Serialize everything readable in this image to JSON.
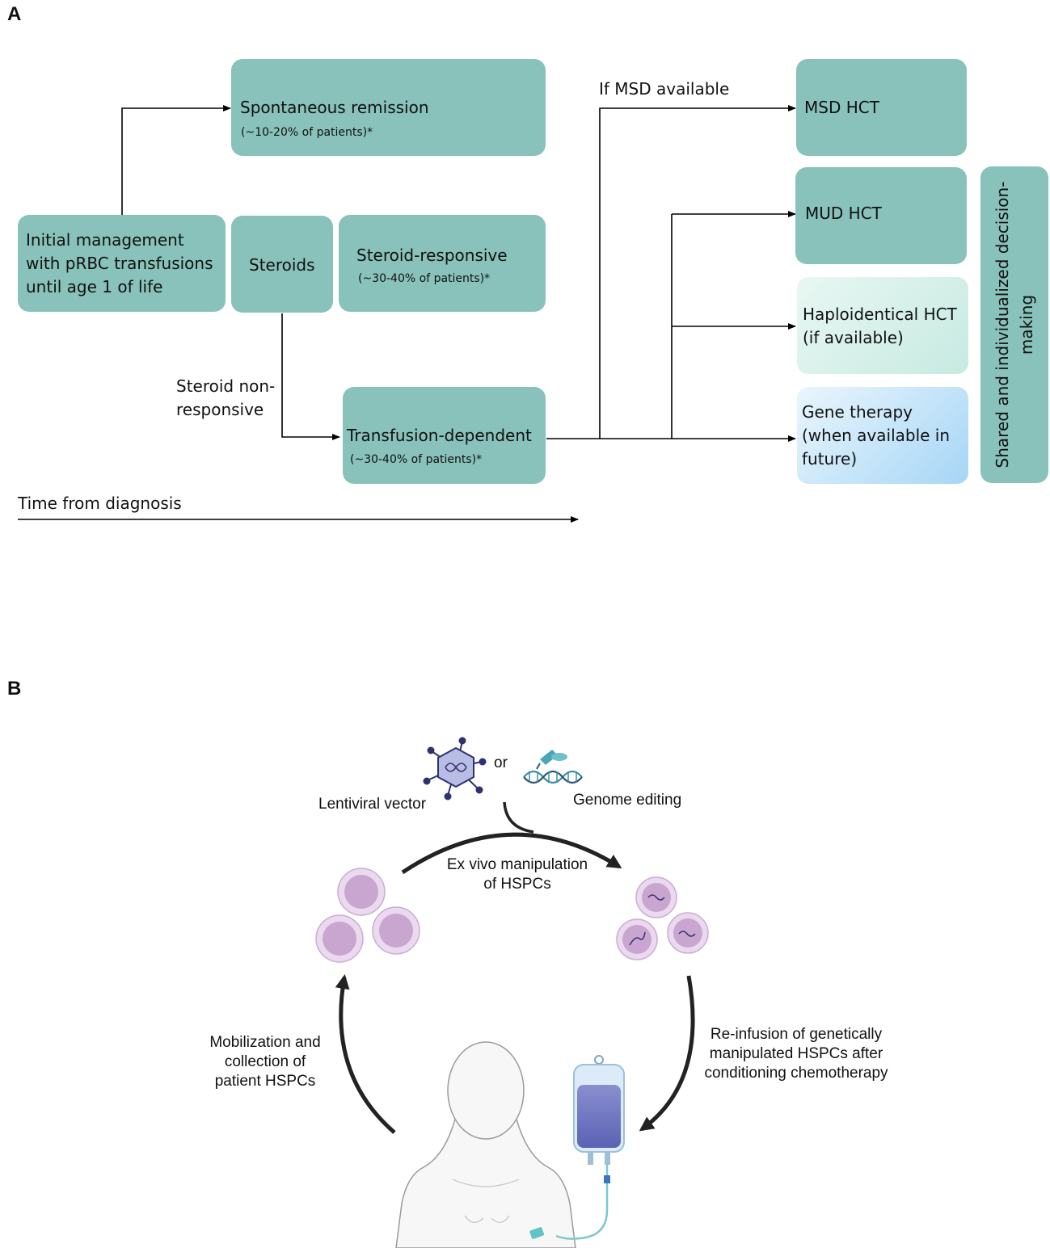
{
  "panel_a": {
    "letter": "A",
    "initial_management": [
      "Initial management",
      "with pRBC transfusions",
      "until age 1 of life"
    ],
    "steroids": "Steroids",
    "spontaneous_remission": {
      "title": "Spontaneous remission",
      "sub": "(~10-20% of patients)*"
    },
    "steroid_responsive": {
      "title": "Steroid-responsive",
      "sub": "(~30-40% of patients)*"
    },
    "transfusion_dependent": {
      "title": "Transfusion-dependent",
      "sub": "(~30-40% of patients)*"
    },
    "steroid_non_responsive": [
      "Steroid non-",
      "responsive"
    ],
    "if_msd_available": "If MSD available",
    "msd_hct": "MSD HCT",
    "mud_hct": "MUD HCT",
    "haploidentical_hct": [
      "Haploidentical HCT",
      "(if available)"
    ],
    "gene_therapy": [
      "Gene therapy",
      "(when available in",
      "future)"
    ],
    "shared_decision": [
      "Shared and individualized decision-",
      "making"
    ],
    "time_axis": "Time from diagnosis"
  },
  "panel_b": {
    "letter": "B",
    "lentiviral_vector": "Lentiviral vector",
    "or": "or",
    "genome_editing": "Genome editing",
    "ex_vivo": [
      "Ex vivo manipulation",
      "of HSPCs"
    ],
    "mobilization": [
      "Mobilization and",
      "collection of",
      "patient HSPCs"
    ],
    "reinfusion": [
      "Re-infusion of genetically",
      "manipulated HSPCs after",
      "conditioning chemotherapy"
    ]
  },
  "colors": {
    "box_teal": "#88c2ba",
    "haplo_gradient": [
      "#e6f5f1",
      "#c9ebe3"
    ],
    "gene_gradient": [
      "#e6f4fb",
      "#a7d7f6"
    ],
    "cell_fill": "#c9a6cf",
    "cell_membrane": "#ead9ef"
  }
}
